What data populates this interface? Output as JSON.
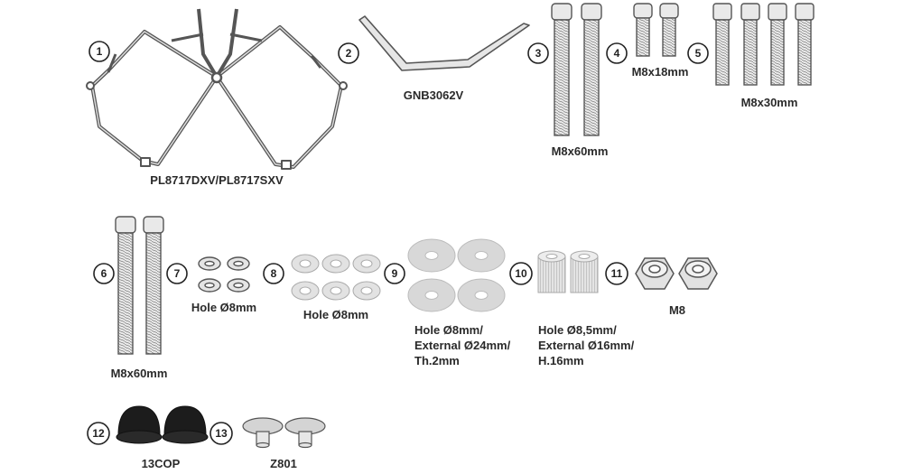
{
  "parts": [
    {
      "number": "1",
      "label": "PL8717DXV/PL8717SXV"
    },
    {
      "number": "2",
      "label": "GNB3062V"
    },
    {
      "number": "3",
      "label": "M8x60mm"
    },
    {
      "number": "4",
      "label": "M8x18mm"
    },
    {
      "number": "5",
      "label": "M8x30mm"
    },
    {
      "number": "6",
      "label": "M8x60mm"
    },
    {
      "number": "7",
      "label": "Hole Ø8mm"
    },
    {
      "number": "8",
      "label": "Hole Ø8mm"
    },
    {
      "number": "9",
      "label_lines": [
        "Hole Ø8mm/",
        "External Ø24mm/",
        "Th.2mm"
      ]
    },
    {
      "number": "10",
      "label_lines": [
        "Hole Ø8,5mm/",
        "External Ø16mm/",
        "H.16mm"
      ]
    },
    {
      "number": "11",
      "label": "M8"
    },
    {
      "number": "12",
      "label": "13COP"
    },
    {
      "number": "13",
      "label": "Z801"
    }
  ],
  "colors": {
    "line": "#555555",
    "metal_fill": "#e6e6e6",
    "washer_fill": "#dcdcdc",
    "cap_fill": "#1c1c1c",
    "text": "#2a2a2a"
  }
}
